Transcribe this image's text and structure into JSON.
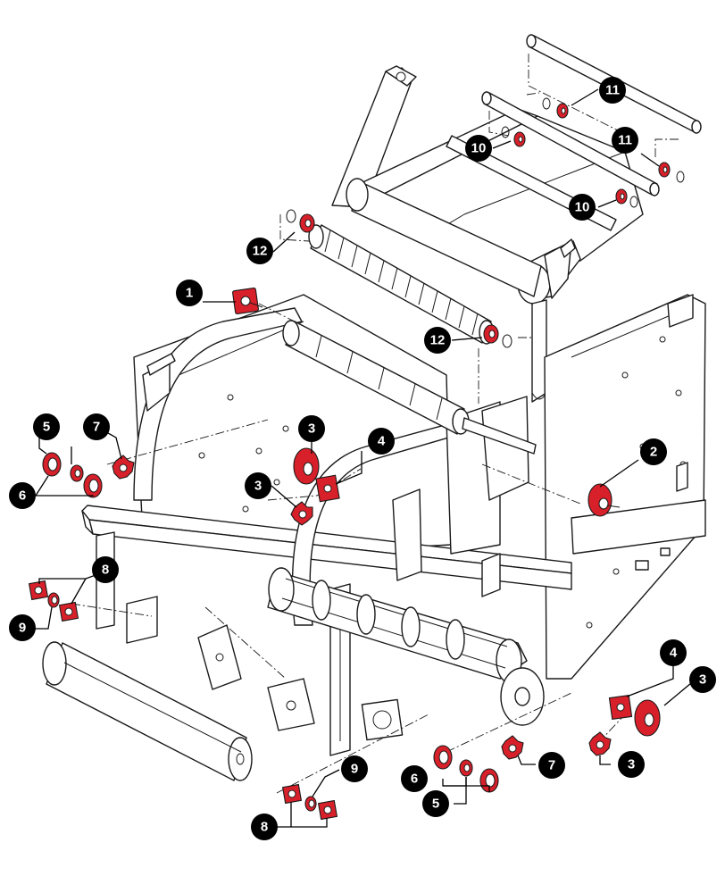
{
  "figure": {
    "accent_color": "#d8202a",
    "callout_color": "#000000",
    "line_color": "#1a1a1a"
  },
  "callouts": [
    {
      "id": "c1",
      "label": "1"
    },
    {
      "id": "c2",
      "label": "2"
    },
    {
      "id": "c3a",
      "label": "3"
    },
    {
      "id": "c3b",
      "label": "3"
    },
    {
      "id": "c3c",
      "label": "3"
    },
    {
      "id": "c3d",
      "label": "3"
    },
    {
      "id": "c4a",
      "label": "4"
    },
    {
      "id": "c4b",
      "label": "4"
    },
    {
      "id": "c5a",
      "label": "5"
    },
    {
      "id": "c5b",
      "label": "5"
    },
    {
      "id": "c6a",
      "label": "6"
    },
    {
      "id": "c6b",
      "label": "6"
    },
    {
      "id": "c7a",
      "label": "7"
    },
    {
      "id": "c7b",
      "label": "7"
    },
    {
      "id": "c8a",
      "label": "8"
    },
    {
      "id": "c8b",
      "label": "8"
    },
    {
      "id": "c9a",
      "label": "9"
    },
    {
      "id": "c9b",
      "label": "9"
    },
    {
      "id": "c10a",
      "label": "10"
    },
    {
      "id": "c10b",
      "label": "10"
    },
    {
      "id": "c11a",
      "label": "11"
    },
    {
      "id": "c11b",
      "label": "11"
    },
    {
      "id": "c12a",
      "label": "12"
    },
    {
      "id": "c12b",
      "label": "12"
    }
  ]
}
